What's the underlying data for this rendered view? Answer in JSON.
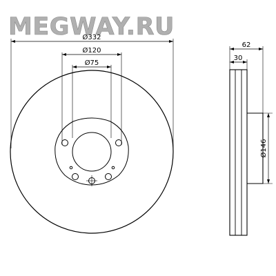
{
  "watermark": "MEGWAY.RU",
  "front_view": {
    "dims": {
      "outer_diameter": "Ø332",
      "bolt_circle": "Ø120",
      "center_bore": "Ø75"
    }
  },
  "side_view": {
    "dims": {
      "total_thickness": "62",
      "disc_thickness": "30",
      "hat_diameter": "Ø146"
    }
  }
}
